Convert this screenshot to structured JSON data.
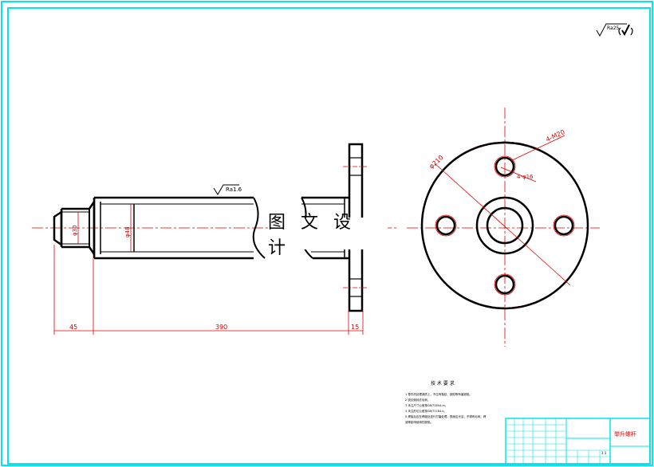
{
  "surface_finish": {
    "general": "Ra25",
    "shaft": "Ra1.6"
  },
  "dimensions": {
    "left_end_diameter": "φ30",
    "shaft_diameter": "φ48",
    "flange_diameter": "φ210",
    "bolt_count_thread": "4-M20",
    "bolt_hole_dia": "4-φ16",
    "len_left": "45",
    "len_shaft": "390",
    "len_flange": "15"
  },
  "watermark": "图 文 设 计",
  "notes": {
    "title": "技 术 要 求",
    "lines": [
      "1 零件热处理调质上，不应有裂纹、缺陷等有害缺陷。",
      "2 锐边倒钝去毛刺。",
      "3 未注尺寸公差按GB/T1804-m。",
      "4 未注形位公差按GB/T1184-k。",
      "5 焊接后应在焊缝处进行打磨处理，表面应光洁，不得有毛刺、焊",
      "  渣等影响使用的缺陷。"
    ]
  },
  "title_block": {
    "part_name": "举升螺杆",
    "scale_mark": "1:1"
  },
  "colors": {
    "frame": "#00e5ee",
    "dim": "#e00000",
    "line": "#000000"
  }
}
